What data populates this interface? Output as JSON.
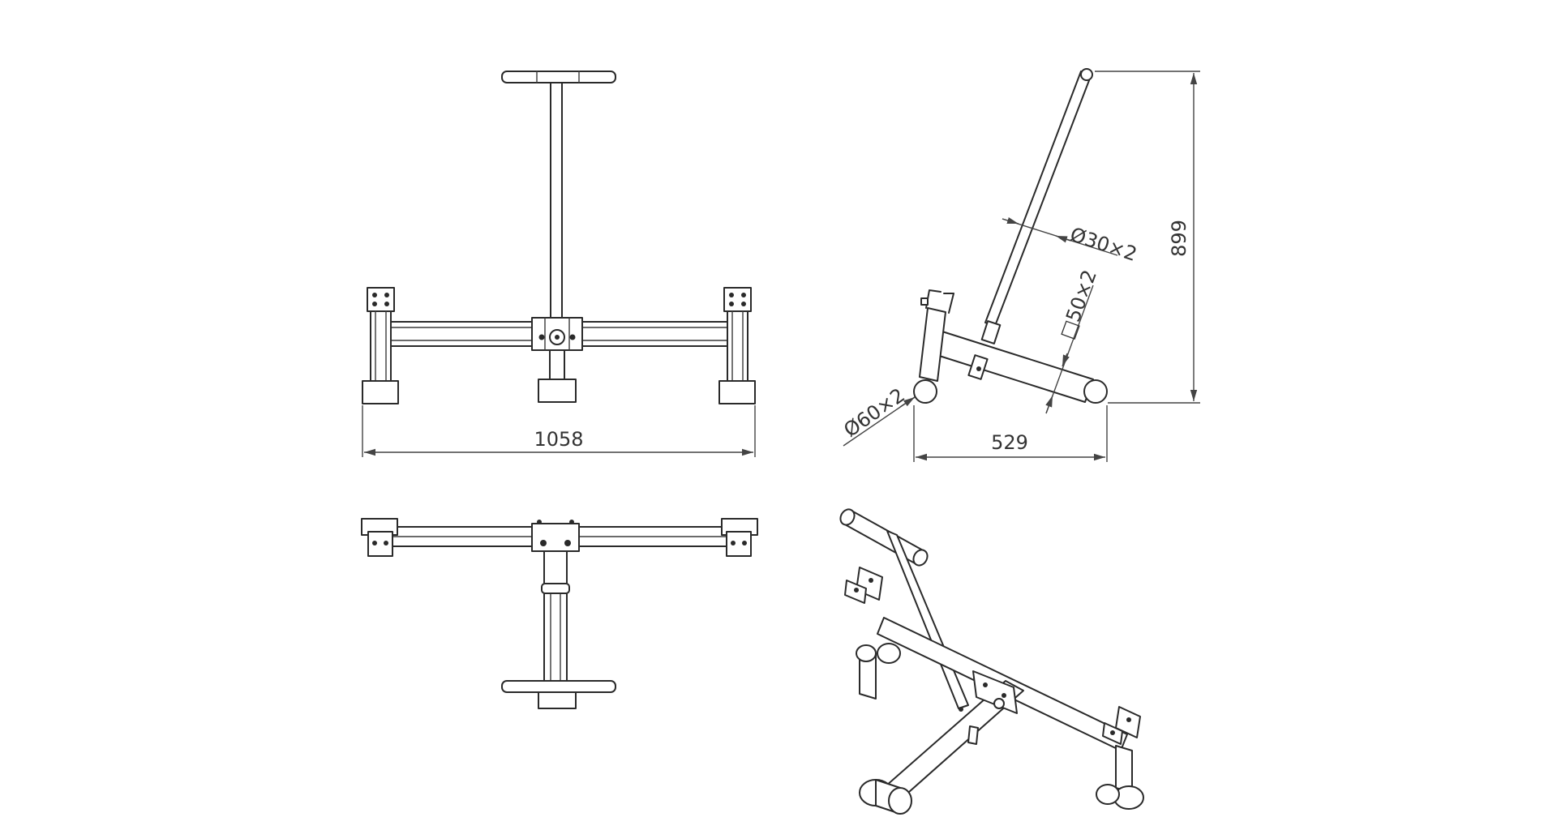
{
  "dimensions": {
    "overall_width": "1058",
    "side_depth": "529",
    "height": "899",
    "handle_tube": "Ø30×2",
    "frame_tube": "□50×2",
    "roller_tube": "Ø60×2"
  },
  "colors": {
    "line": "#2a2a2a",
    "dimension": "#444444",
    "background": "#ffffff"
  }
}
